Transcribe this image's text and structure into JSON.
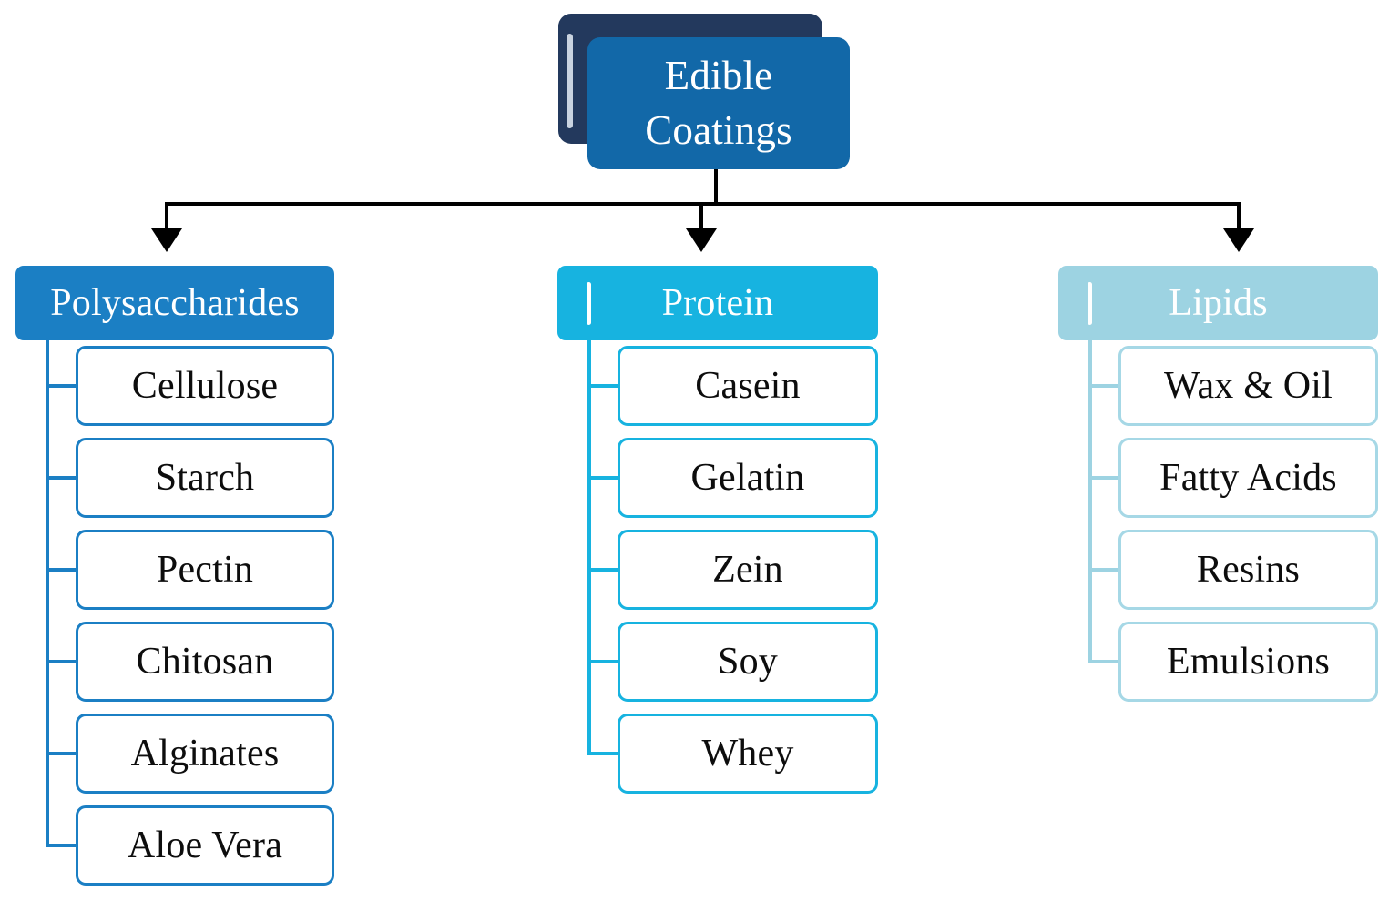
{
  "diagram": {
    "root": {
      "label": "Edible\nCoatings",
      "card_color": "#1268a8",
      "shadow_color": "#23395d"
    },
    "connector_color": "#000000",
    "categories": [
      {
        "id": "polysaccharides",
        "label": "Polysaccharides",
        "color": "#1b7fc4",
        "has_accent_bar": false,
        "children": [
          {
            "label": "Cellulose"
          },
          {
            "label": "Starch"
          },
          {
            "label": "Pectin"
          },
          {
            "label": "Chitosan"
          },
          {
            "label": "Alginates"
          },
          {
            "label": "Aloe Vera"
          }
        ]
      },
      {
        "id": "protein",
        "label": "Protein",
        "color": "#17b3e0",
        "has_accent_bar": true,
        "children": [
          {
            "label": "Casein"
          },
          {
            "label": "Gelatin"
          },
          {
            "label": "Zein"
          },
          {
            "label": "Soy"
          },
          {
            "label": "Whey"
          }
        ]
      },
      {
        "id": "lipids",
        "label": "Lipids",
        "color": "#9dd3e2",
        "has_accent_bar": true,
        "children": [
          {
            "label": "Wax & Oil"
          },
          {
            "label": "Fatty Acids"
          },
          {
            "label": "Resins"
          },
          {
            "label": "Emulsions"
          }
        ]
      }
    ]
  }
}
